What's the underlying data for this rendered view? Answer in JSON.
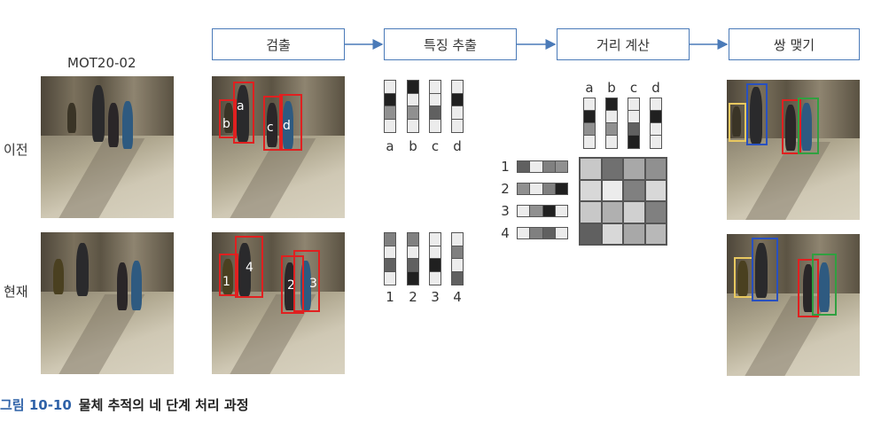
{
  "stages": [
    "검출",
    "특징 추출",
    "거리 계산",
    "쌍 맺기"
  ],
  "dataset_label": "MOT20-02",
  "row_labels": {
    "previous": "이전",
    "current": "현재"
  },
  "detect_labels_prev": [
    "b",
    "a",
    "c",
    "d"
  ],
  "detect_labels_curr": [
    "1",
    "4",
    "2",
    "3"
  ],
  "feature_labels_prev": [
    "a",
    "b",
    "c",
    "d"
  ],
  "feature_labels_curr": [
    "1",
    "2",
    "3",
    "4"
  ],
  "distance_col_labels": [
    "a",
    "b",
    "c",
    "d"
  ],
  "distance_row_labels": [
    "1",
    "2",
    "3",
    "4"
  ],
  "caption": {
    "figure_number": "그림 10-10",
    "title": "물체 추적의 네 단계 처리 과정"
  },
  "colors": {
    "stage_border": "#4a7ab8",
    "arrow": "#4a7ab8",
    "box_red": "#e02020",
    "box_blue": "#2850c0",
    "box_green": "#30a040",
    "box_yellow": "#e8c860"
  }
}
